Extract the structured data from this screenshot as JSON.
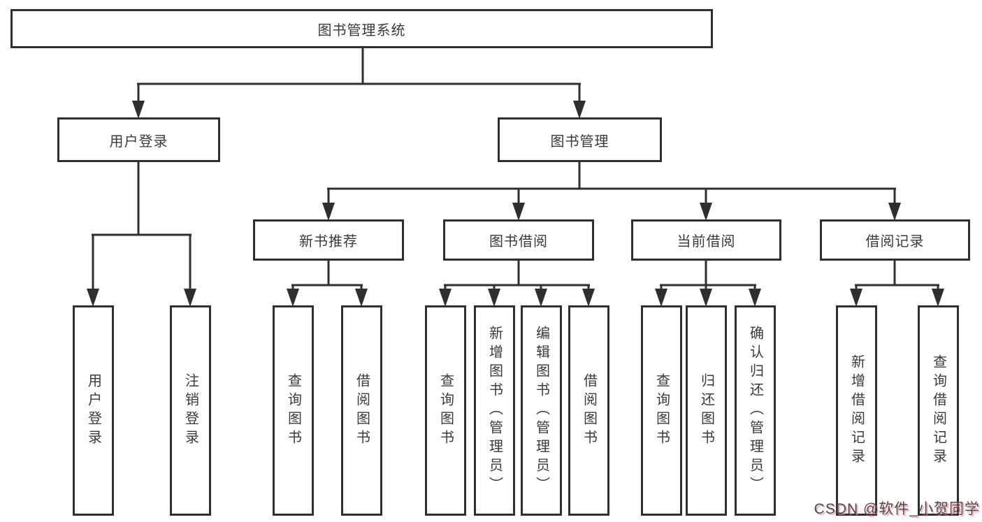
{
  "tree": {
    "root": "图书管理系统",
    "user_login": {
      "label": "用户登录",
      "children": [
        "用户登录",
        "注销登录"
      ]
    },
    "book_management": {
      "label": "图书管理",
      "sections": [
        {
          "label": "新书推荐",
          "children": [
            "查询图书",
            "借阅图书"
          ]
        },
        {
          "label": "图书借阅",
          "children": [
            "查询图书",
            "新增图书（管理员）",
            "编辑图书（管理员）",
            "借阅图书"
          ]
        },
        {
          "label": "当前借阅",
          "children": [
            "查询图书",
            "归还图书",
            "确认归还（管理员）"
          ]
        },
        {
          "label": "借阅记录",
          "children": [
            "新增借阅记录",
            "查询借阅记录"
          ]
        }
      ]
    }
  },
  "watermark": "CSDN @软件_小贺同学",
  "colors": {
    "line": "#2f2f2f",
    "box_border": "#2f2f2f",
    "box_text": "#3a3a3a",
    "watermark_text": "#4d4d4d",
    "watermark_shadow": "#f47c96",
    "background": "#ffffff"
  }
}
